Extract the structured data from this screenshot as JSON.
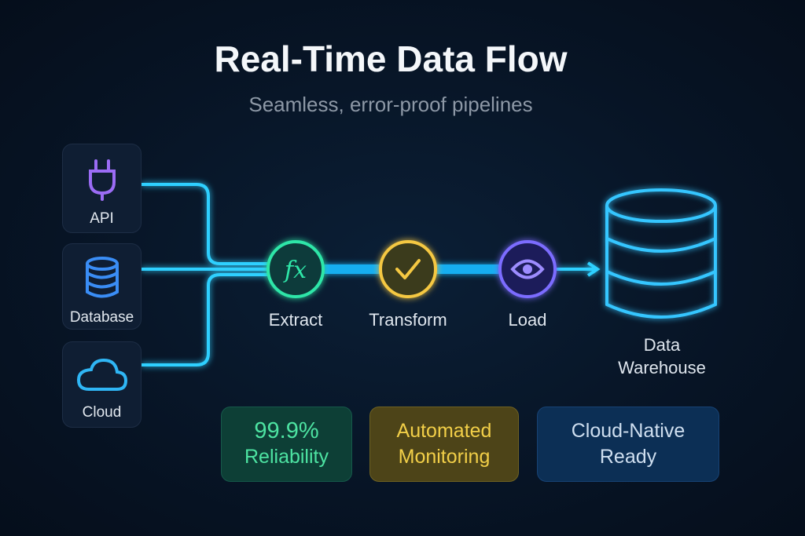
{
  "header": {
    "title": "Real-Time Data Flow",
    "subtitle": "Seamless, error-proof pipelines"
  },
  "sources": [
    {
      "label": "API",
      "icon": "plug-icon"
    },
    {
      "label": "Database",
      "icon": "database-icon"
    },
    {
      "label": "Cloud",
      "icon": "cloud-icon"
    }
  ],
  "stages": [
    {
      "label": "Extract",
      "icon": "function-icon",
      "symbol": "fx",
      "color": "#2ee6a8"
    },
    {
      "label": "Transform",
      "icon": "check-icon",
      "color": "#f5c842"
    },
    {
      "label": "Load",
      "icon": "eye-icon",
      "color": "#7b6cff"
    }
  ],
  "destination": {
    "line1": "Data",
    "line2": "Warehouse"
  },
  "badges": [
    {
      "line1": "99.9%",
      "line2": "Reliability"
    },
    {
      "line1": "Automated",
      "line2": "Monitoring"
    },
    {
      "line1": "Cloud-Native",
      "line2": "Ready"
    }
  ],
  "colors": {
    "flow": "#2fd0ff",
    "extract": "#2ee6a8",
    "transform": "#f5c842",
    "load": "#7b6cff",
    "warehouse": "#36c6ff"
  }
}
